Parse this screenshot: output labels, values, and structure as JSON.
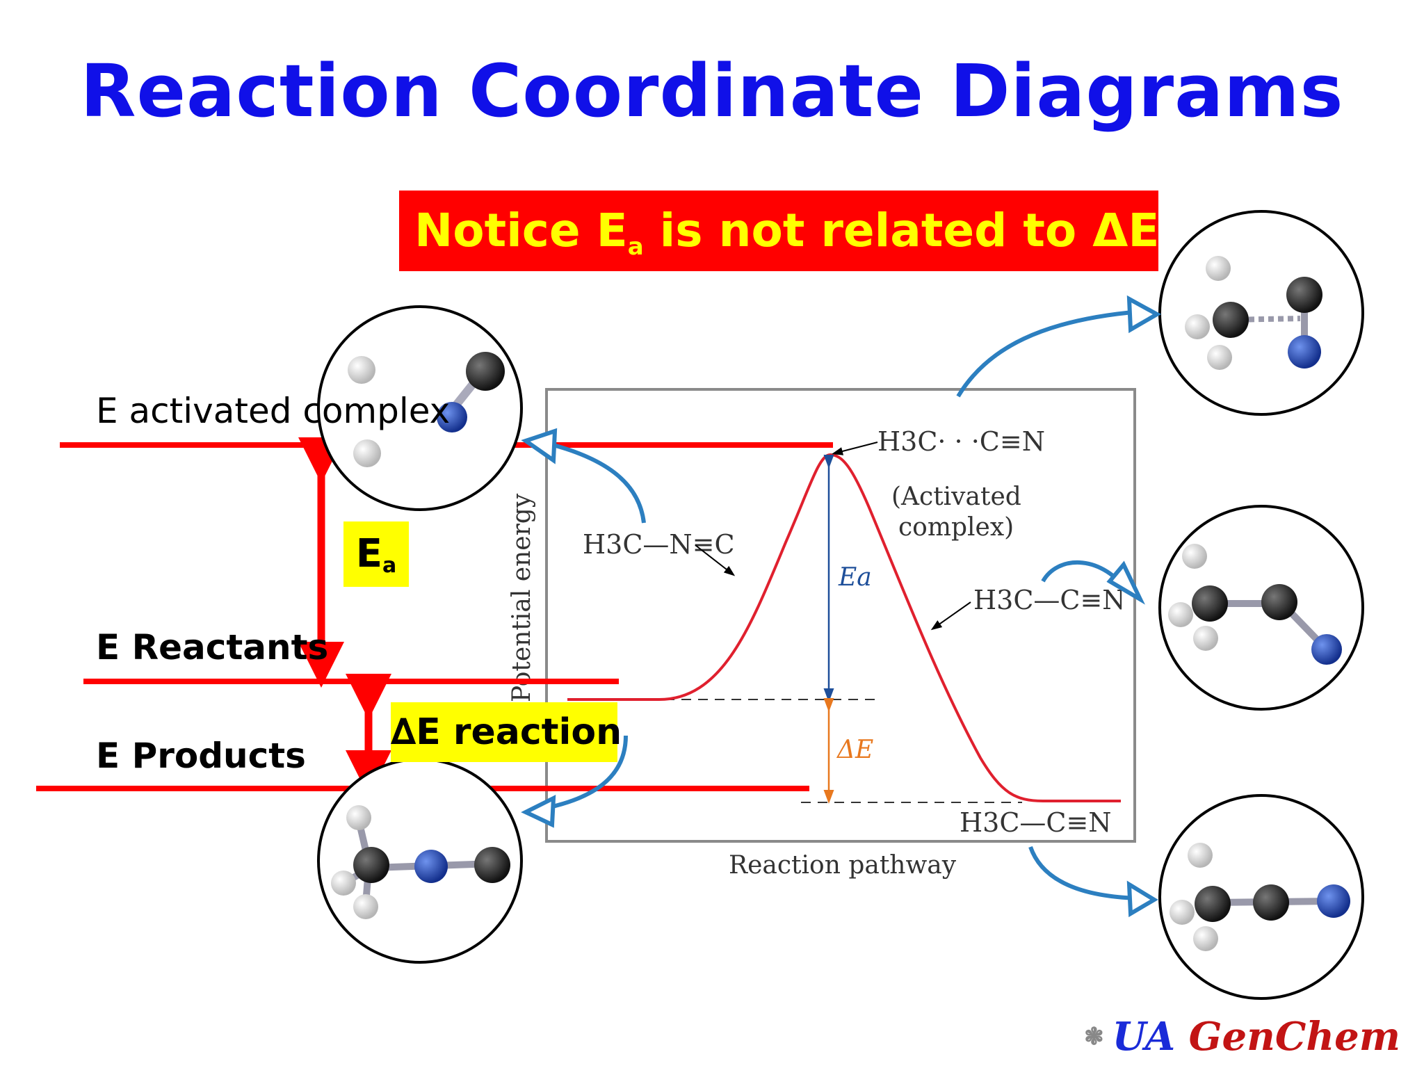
{
  "title": "Reaction Coordinate Diagrams",
  "notice": {
    "prefix": "Notice E",
    "sub": "a",
    "suffix": " is not related to ΔE"
  },
  "levels": {
    "activated": "E activated complex",
    "reactants": "E Reactants",
    "products": "E Products"
  },
  "badges": {
    "ea_main": "E",
    "ea_sub": "a",
    "delta": "∆E reaction"
  },
  "figure": {
    "y_axis": "Potential energy",
    "x_axis": "Reaction pathway",
    "ea": "Ea",
    "delta_e": "ΔE",
    "reactant_formula": "H3C—N≡C",
    "activated_formula": "H3C· · ·C≡N",
    "activated_label_1": "(Activated",
    "activated_label_2": "complex)",
    "intermediate_formula": "H3C—C≡N",
    "product_formula": "H3C—C≡N"
  },
  "credit": {
    "ua": "UA",
    "genchem": "GenChem"
  },
  "colors": {
    "title": "#1010e8",
    "accent_red": "#ff0000",
    "highlight": "#ffff00",
    "curve": "#e0202e",
    "arrow_blue": "#2c7fc0",
    "ea_arrow": "#1e4f9a",
    "de_arrow": "#e8781e",
    "carbon": "#1a1a1a",
    "nitrogen": "#1e4cb8",
    "hydrogen": "#e6e6e6"
  }
}
